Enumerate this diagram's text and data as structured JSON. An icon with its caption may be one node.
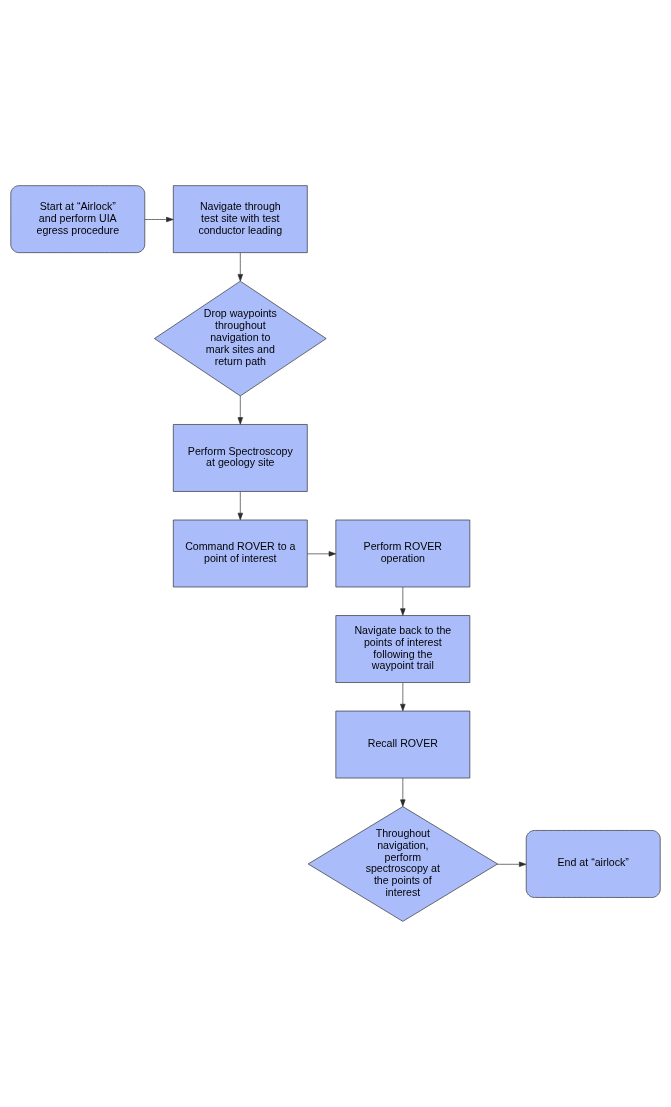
{
  "diagram": {
    "nodes": [
      {
        "text": [
          "Start at “Airlock” and perform UIA egress procedure"
        ]
      },
      {
        "text": [
          "Navigate through test site with test conductor leading"
        ]
      },
      {
        "text": [
          "Drop waypoints throughout navigation to mark sites and return path"
        ]
      },
      {
        "text": [
          "Perform Spectroscopy at geology site"
        ]
      },
      {
        "text": [
          "Command ROVER to a point of interest"
        ]
      },
      {
        "text": [
          "Perform ROVER operation"
        ]
      },
      {
        "text": [
          "Navigate back to the points of interest following the waypoint trail"
        ]
      },
      {
        "text": [
          "Recall ROVER"
        ]
      },
      {
        "text": [
          "Throughout navigation, perform spectroscopy at the points of interest"
        ]
      },
      {
        "text": [
          "End at “airlock”"
        ]
      }
    ],
    "edges": [
      {
        "from": 0,
        "to": 1,
        "arrow": "to"
      },
      {
        "from": 1,
        "to": 2,
        "arrow": "to"
      },
      {
        "from": 2,
        "to": 3,
        "arrow": "to"
      },
      {
        "from": 3,
        "to": 4,
        "arrow": "to"
      },
      {
        "from": 4,
        "to": 5,
        "arrow": "to"
      },
      {
        "from": 5,
        "to": 6,
        "arrow": "to"
      },
      {
        "from": 6,
        "to": 7,
        "arrow": "to"
      },
      {
        "from": 7,
        "to": 8,
        "arrow": "to"
      },
      {
        "from": 8,
        "to": 9,
        "arrow": "to"
      }
    ]
  }
}
